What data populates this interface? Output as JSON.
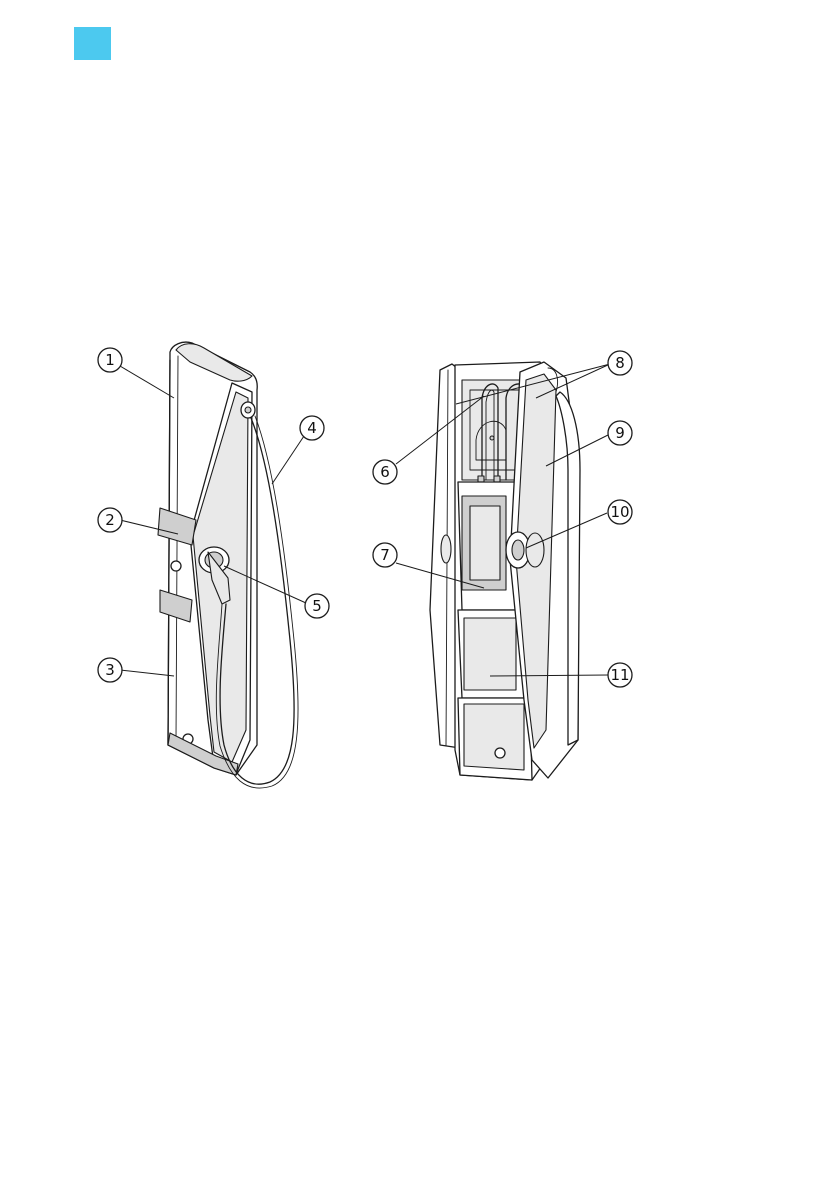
{
  "page": {
    "accent_color": "#4cc9ef",
    "marker_icon": "cyan-square-marker"
  },
  "callouts": [
    {
      "id": "1",
      "label": "1"
    },
    {
      "id": "2",
      "label": "2"
    },
    {
      "id": "3",
      "label": "3"
    },
    {
      "id": "4",
      "label": "4"
    },
    {
      "id": "5",
      "label": "5"
    },
    {
      "id": "6",
      "label": "6"
    },
    {
      "id": "7",
      "label": "7"
    },
    {
      "id": "8",
      "label": "8"
    },
    {
      "id": "9",
      "label": "9"
    },
    {
      "id": "10",
      "label": "10"
    },
    {
      "id": "11",
      "label": "11"
    }
  ]
}
